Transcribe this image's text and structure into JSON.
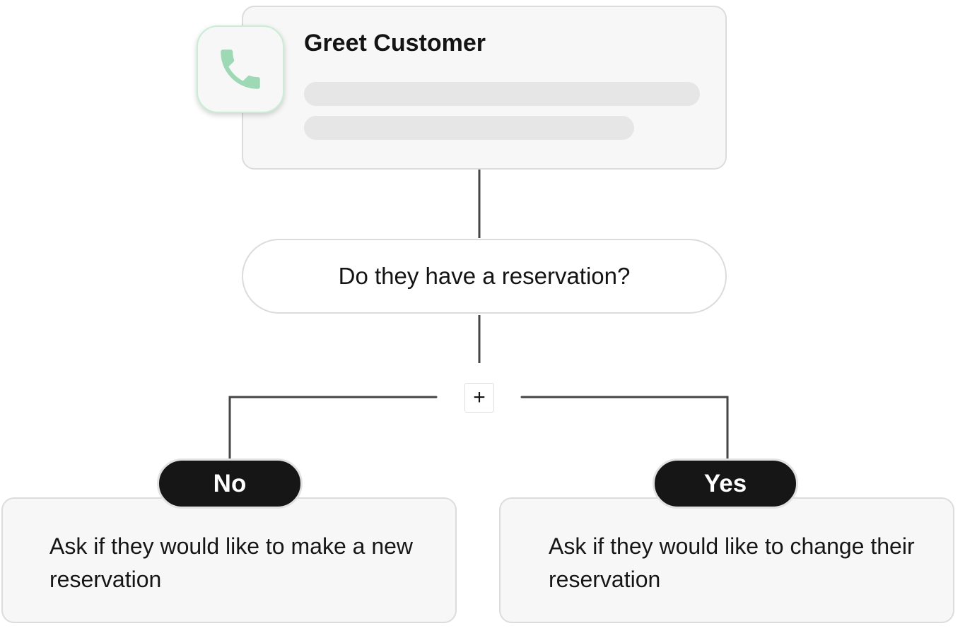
{
  "nodes": {
    "start": {
      "title": "Greet Customer",
      "icon": "phone-icon",
      "icon_color": "#9ed9b6"
    },
    "decision": {
      "label": "Do they have a reservation?"
    },
    "add_button": {
      "label": "+"
    },
    "branches": [
      {
        "tag": "No",
        "text": "Ask if they would like to make a new reservation"
      },
      {
        "tag": "Yes",
        "text": "Ask if they would like to change their reservation"
      }
    ]
  }
}
